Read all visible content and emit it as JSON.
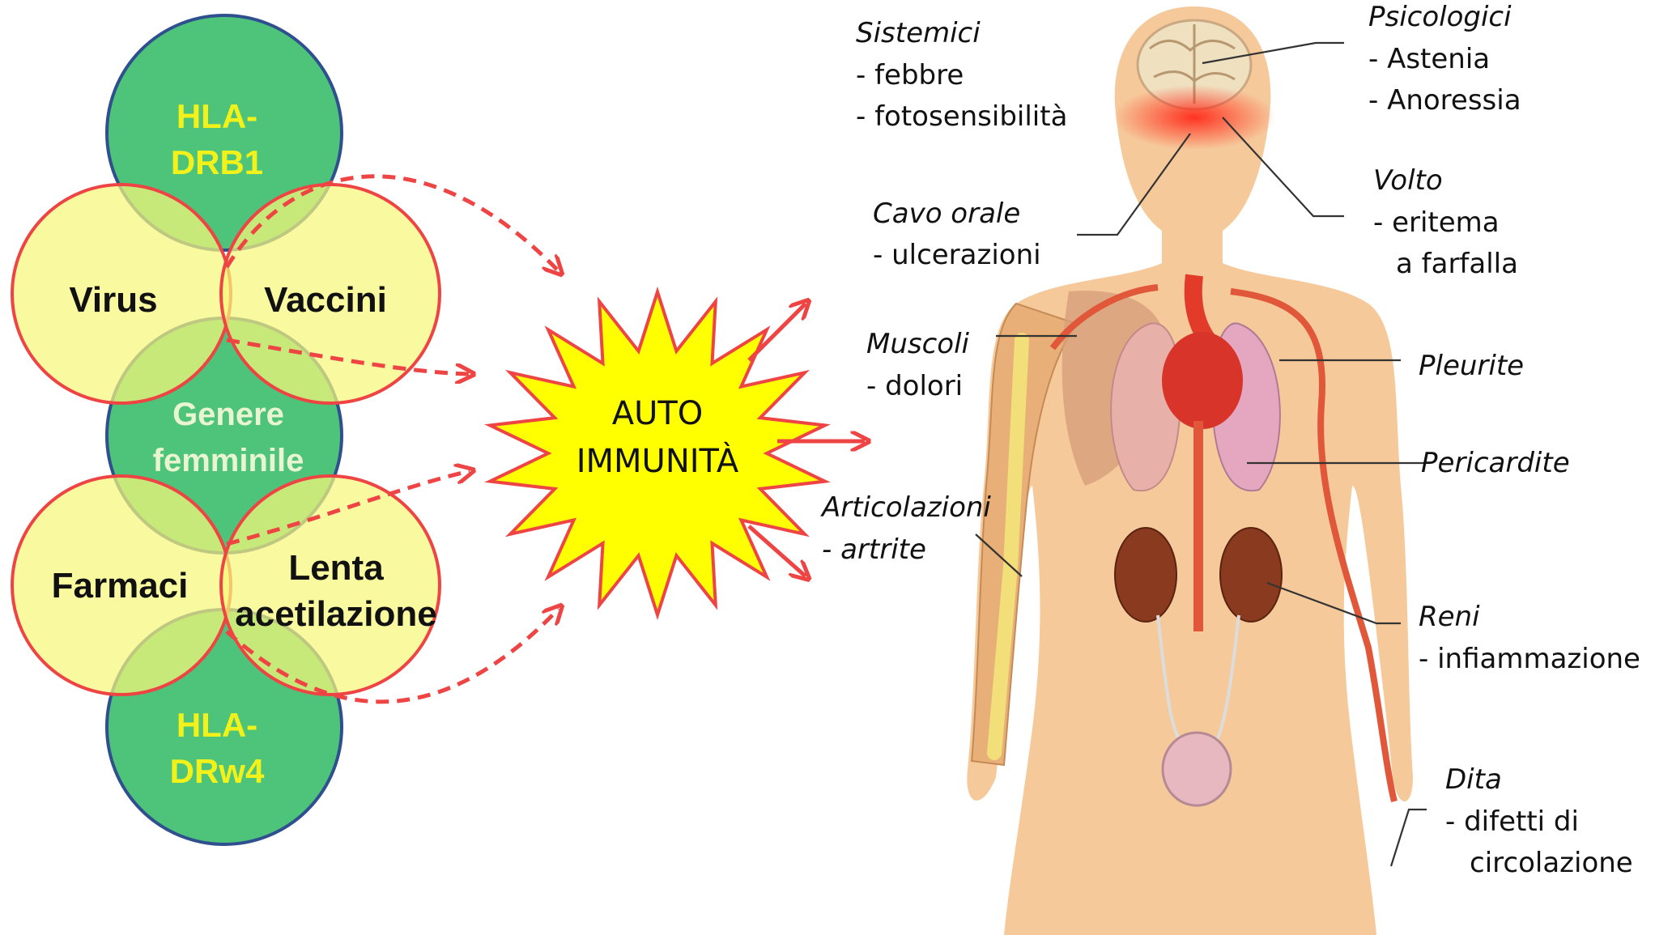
{
  "venn": {
    "hla_top": [
      "HLA-",
      "DRB1"
    ],
    "virus": "Virus",
    "vaccini": "Vaccini",
    "genere": [
      "Genere",
      "femminile"
    ],
    "farmaci": "Farmaci",
    "lenta": [
      "Lenta",
      "acetilazione"
    ],
    "hla_bottom": [
      "HLA-",
      "DRw4"
    ]
  },
  "center": [
    "AUTO",
    "IMMUNITÀ"
  ],
  "labels": {
    "sistemici": {
      "title": "Sistemici",
      "lines": [
        "- febbre",
        "- fotosensibilità"
      ]
    },
    "psicologici": {
      "title": "Psicologici",
      "lines": [
        "- Astenia",
        "- Anoressia"
      ]
    },
    "volto": {
      "title": "Volto",
      "lines": [
        "- eritema",
        "a farfalla"
      ]
    },
    "cavo": {
      "title": "Cavo orale",
      "lines": [
        "- ulcerazioni"
      ]
    },
    "muscoli": {
      "title": "Muscoli",
      "lines": [
        "- dolori"
      ]
    },
    "pleurite": {
      "title": "Pleurite"
    },
    "pericardite": {
      "title": "Pericardite"
    },
    "articolazioni": {
      "title": "Articolazioni",
      "lines": [
        "- artrite"
      ]
    },
    "reni": {
      "title": "Reni",
      "lines": [
        "- infiammazione"
      ]
    },
    "dita": {
      "title": "Dita",
      "lines": [
        "- difetti di",
        "circolazione"
      ]
    }
  },
  "colors": {
    "green": "#4ec47a",
    "yellow": "#f6f67a",
    "red": "#ee4444",
    "skin": "#f6c99a",
    "burst": "#ffff00"
  }
}
